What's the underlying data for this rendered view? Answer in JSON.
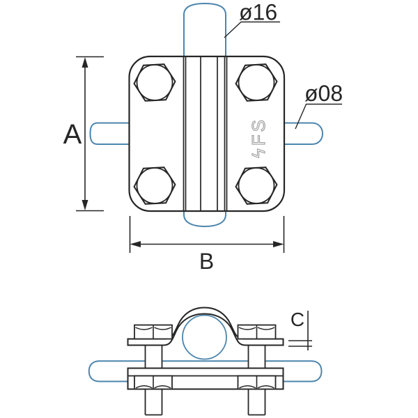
{
  "labels": {
    "dim_height": "A",
    "dim_width": "B",
    "dim_thickness": "C",
    "dia_vertical_rod": "ø16",
    "dia_horizontal_rod": "ø08"
  },
  "logo": {
    "text": "ϟFS"
  },
  "colors": {
    "line": "#262626",
    "rod_blue": "#4b85ad",
    "logo_gray": "#9a9a9a",
    "background": "#ffffff"
  }
}
